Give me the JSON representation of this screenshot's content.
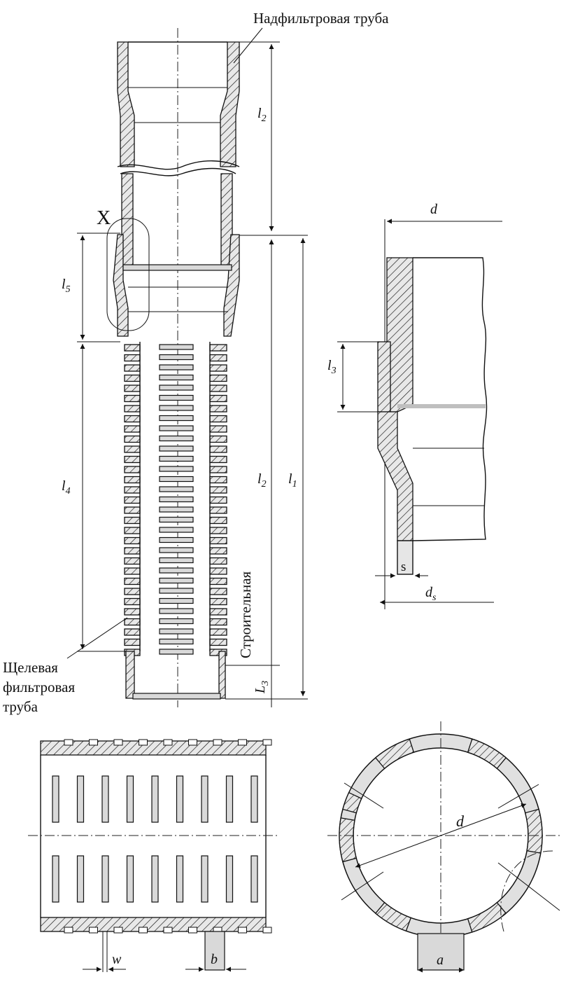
{
  "labels": {
    "riser_pipe": "Надфильтровая труба",
    "slotted_pipe_line1": "Щелевая",
    "slotted_pipe_line2": "фильтровая",
    "slotted_pipe_line3": "труба",
    "construction": "Строительная",
    "detail_mark": "X"
  },
  "dimensions": {
    "l2_top": "l2",
    "l5": "l5",
    "l4": "l4",
    "l2_mid": "l2",
    "l1": "l1",
    "L3": "L3",
    "d_detail": "d",
    "l3": "l3",
    "s": "s",
    "ds": "ds",
    "w": "w",
    "b": "b",
    "d_section": "d",
    "a": "a"
  }
}
